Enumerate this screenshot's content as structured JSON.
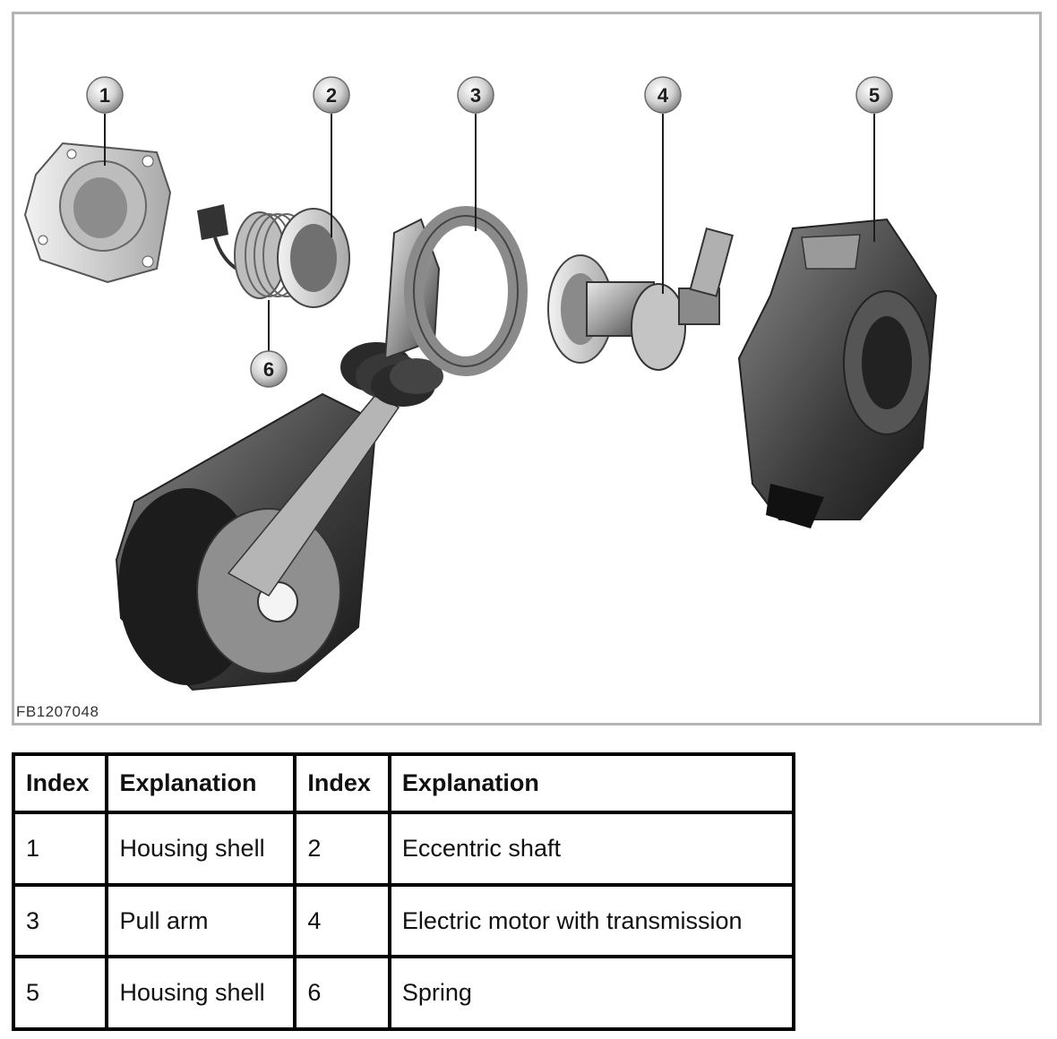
{
  "figure": {
    "id_label": "FB1207048",
    "callouts": [
      "1",
      "2",
      "3",
      "4",
      "5",
      "6"
    ]
  },
  "legend_table": {
    "headers": [
      "Index",
      "Explanation",
      "Index",
      "Explanation"
    ],
    "rows": [
      [
        "1",
        "Housing shell",
        "2",
        "Eccentric shaft"
      ],
      [
        "3",
        "Pull arm",
        "4",
        "Electric motor with transmission"
      ],
      [
        "5",
        "Housing shell",
        "6",
        "Spring"
      ]
    ]
  }
}
